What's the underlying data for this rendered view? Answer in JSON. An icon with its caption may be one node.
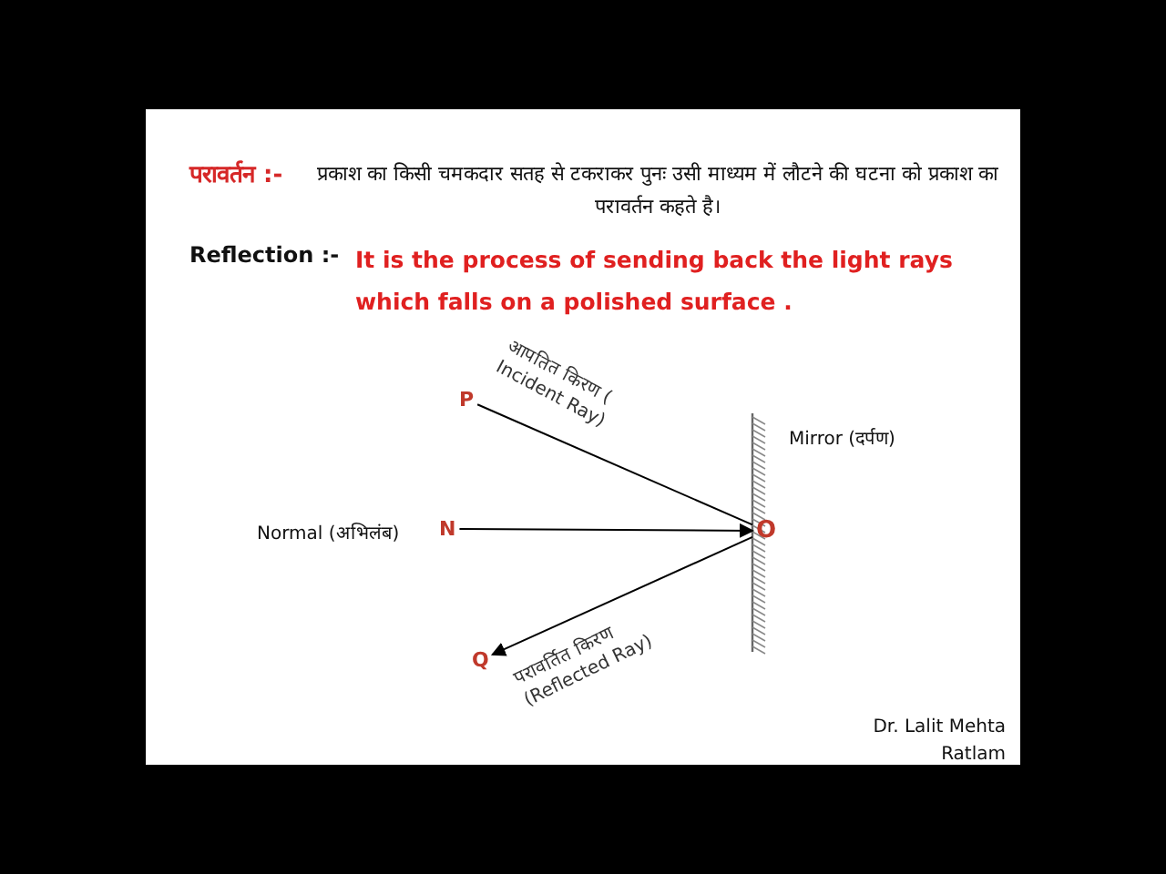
{
  "diagram": {
    "nodes": [
      {
        "text": [
          "P"
        ]
      },
      {
        "text": [
          "N"
        ],
        "beside": [
          "Normal (अभिलंब)"
        ]
      },
      {
        "text": [
          "O"
        ]
      },
      {
        "text": [
          "Q"
        ]
      }
    ],
    "edges": [
      {
        "from": 0,
        "to": 2,
        "arrow": "none",
        "label": "आपतित किरण ( Incident Ray)"
      },
      {
        "from": 1,
        "to": 2,
        "arrow": "to"
      },
      {
        "from": 2,
        "to": 3,
        "arrow": "to",
        "label": "परावर्तित किरण (Reflected Ray)"
      }
    ],
    "labels": [
      "परावर्तन :-",
      "प्रकाश का किसी चमकदार सतह से टकराकर पुनः उसी माध्यम में लौटने की घटना को प्रकाश का परावर्तन कहते है।",
      "Reflection :-",
      "It is the process of sending back the light rays which falls on a polished surface .",
      "Mirror (दर्पण)",
      "Dr. Lalit Mehta Ratlam"
    ]
  }
}
